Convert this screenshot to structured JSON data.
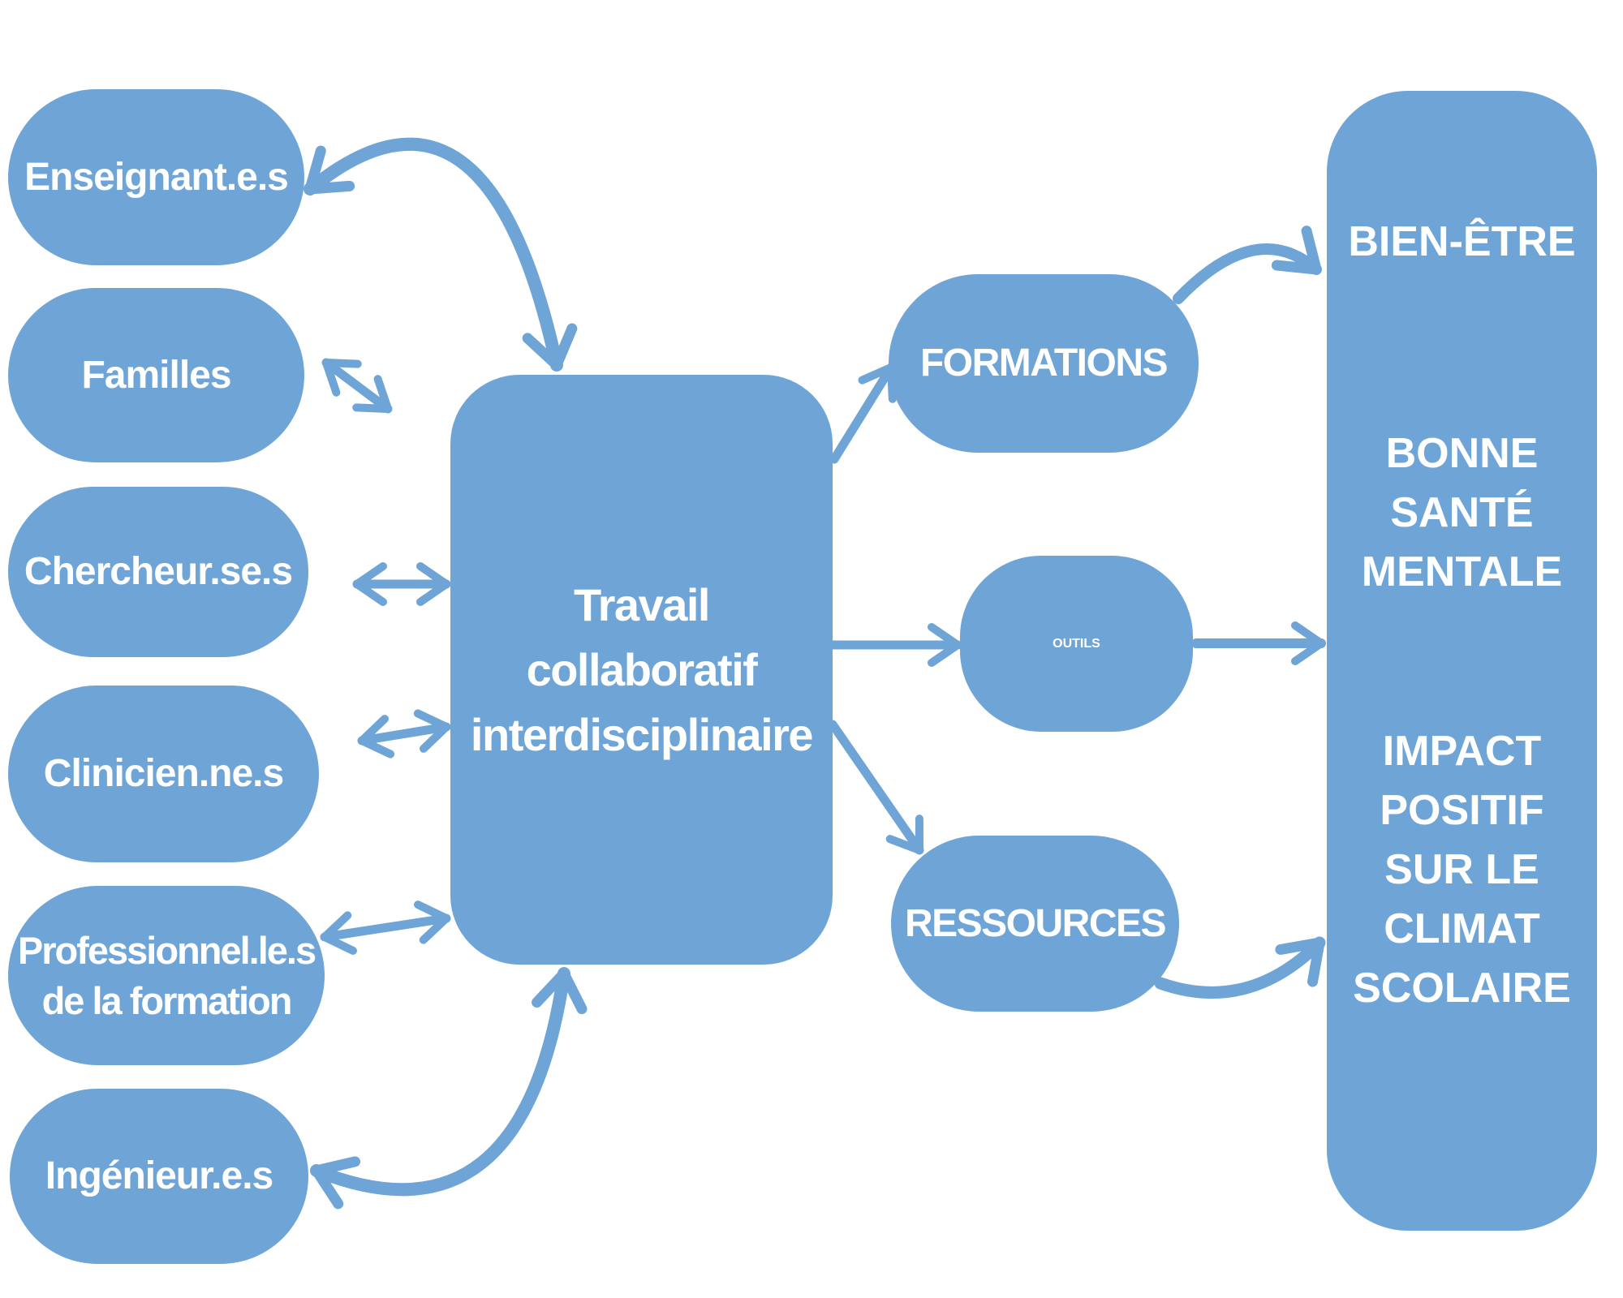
{
  "canvas": {
    "background": "#FFFFFF"
  },
  "palette": {
    "shape_fill": "#6FA5D6",
    "label_text": "#FFFFFF"
  },
  "actors": [
    {
      "label": "Enseignant.e.s"
    },
    {
      "label": "Familles"
    },
    {
      "label": "Chercheur.se.s"
    },
    {
      "label": "Clinicien.ne.s"
    },
    {
      "label_line1": "Professionnel.le.s",
      "label_line2": "de la formation"
    },
    {
      "label": "Ingénieur.e.s"
    }
  ],
  "hub": {
    "line1": "Travail",
    "line2": "collaboratif",
    "line3": "interdisciplinaire"
  },
  "outputs": [
    {
      "label": "FORMATIONS"
    },
    {
      "label": "OUTILS"
    },
    {
      "label": "RESSOURCES"
    }
  ],
  "outcomes": {
    "group1_line1": "BIEN-ÊTRE",
    "group2_line1": "BONNE",
    "group2_line2": "SANTÉ",
    "group2_line3": "MENTALE",
    "group3_line1": "IMPACT",
    "group3_line2": "POSITIF",
    "group3_line3": "SUR LE",
    "group3_line4": "CLIMAT",
    "group3_line5": "SCOLAIRE"
  }
}
